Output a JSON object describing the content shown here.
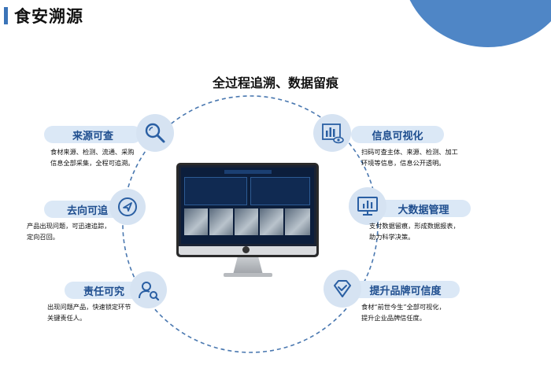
{
  "header": {
    "title": "食安溯源"
  },
  "subtitle": "全过程追溯、数据留痕",
  "features": {
    "source": {
      "title": "来源可查",
      "desc_line1": "食材来源、检测、流通、采购",
      "desc_line2": "信息全部采集，全程可追溯。",
      "icon": "magnifier-icon"
    },
    "destination": {
      "title": "去向可追",
      "desc_line1": "产品出现问题，可迅速追踪，",
      "desc_line2": "定向召回。",
      "icon": "navigation-arrow-icon"
    },
    "responsibility": {
      "title": "责任可究",
      "desc_line1": "出现问题产品，快速锁定环节",
      "desc_line2": "关键责任人。",
      "icon": "user-search-icon"
    },
    "visual": {
      "title": "信息可视化",
      "desc_line1": "扫码可查主体、来源、检测、加工",
      "desc_line2": "环境等信息，信息公开透明。",
      "icon": "chart-eye-icon"
    },
    "bigdata": {
      "title": "大数据管理",
      "desc_line1": "支付数据留痕，形成数据报表，",
      "desc_line2": "助力科学决策。",
      "icon": "monitor-chart-icon"
    },
    "brand": {
      "title": "提升品牌可信度",
      "desc_line1": "食材“前世今生”全部可视化，",
      "desc_line2": "提升企业品牌信任度。",
      "icon": "diamond-check-icon"
    }
  },
  "colors": {
    "accent": "#3b74b8",
    "pill_bg": "#dbe8f6",
    "pill_text": "#1f4e8f",
    "ring": "#4a78b0",
    "icon_bg": "#d6e3f2"
  }
}
